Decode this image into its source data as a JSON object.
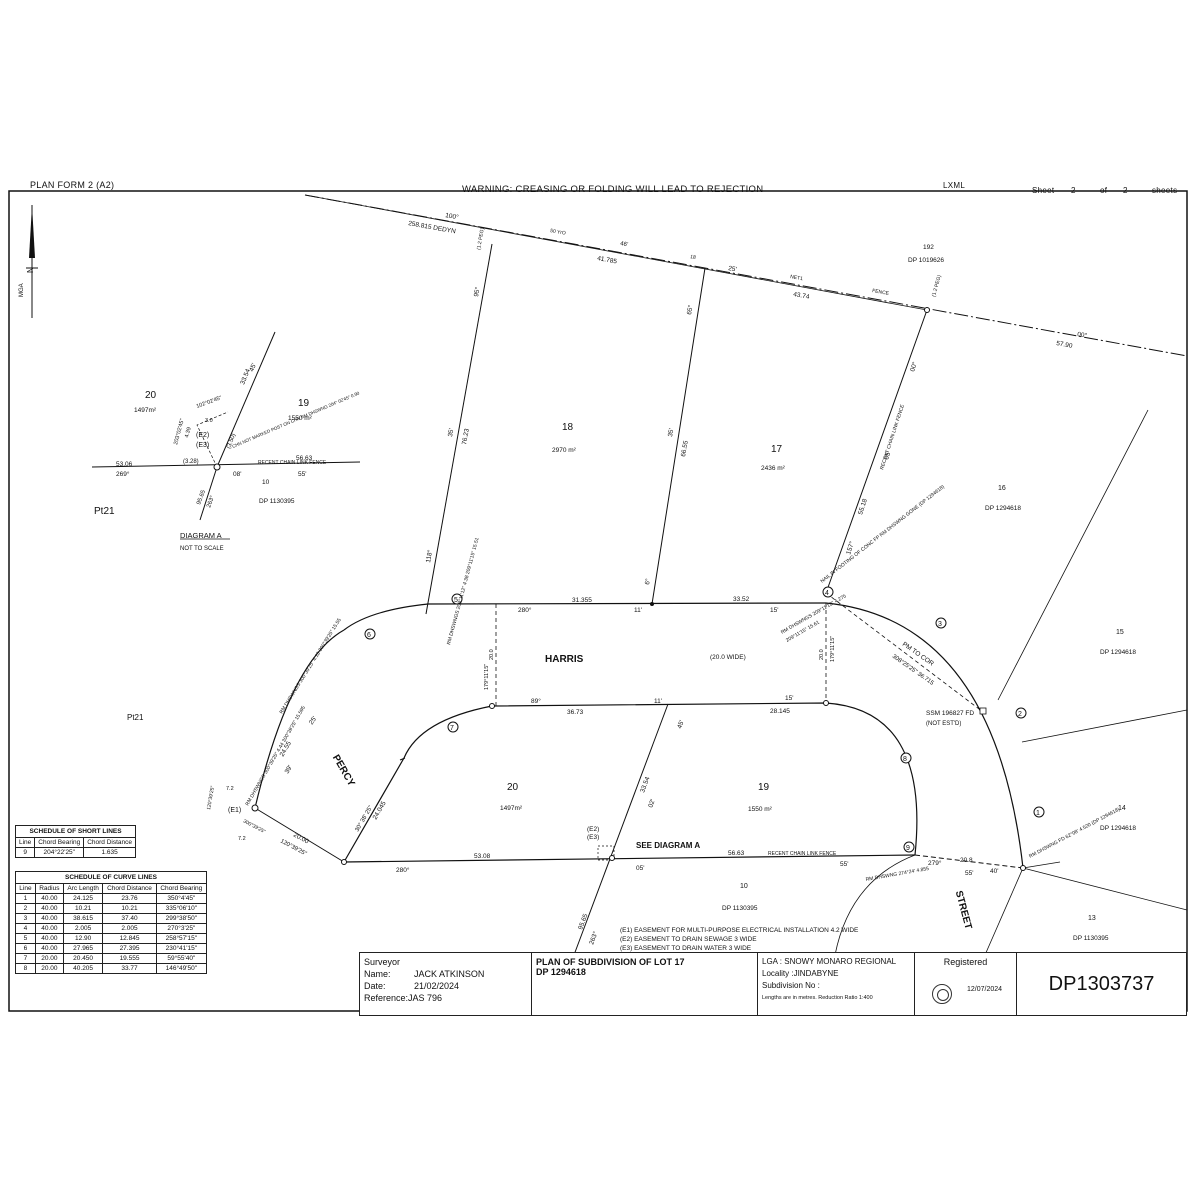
{
  "header": {
    "plan_form": "PLAN FORM 2 (A2)",
    "warning": "WARNING: CREASING OR FOLDING WILL LEAD TO REJECTION",
    "code": "LXML",
    "sheet_label": "Sheet",
    "sheet_num": "2",
    "of_label": "of",
    "sheet_total": "2",
    "sheets_label": "sheets"
  },
  "north": {
    "label": "N",
    "mga": "MGA"
  },
  "lots": {
    "l18": {
      "num": "18",
      "area": "2970 m²"
    },
    "l17": {
      "num": "17",
      "area": "2436 m²"
    },
    "l20": {
      "num": "20",
      "area": "1497m²"
    },
    "l19": {
      "num": "19",
      "area": "1550 m²"
    },
    "l16": {
      "num": "16",
      "dp": "DP 1294618"
    },
    "l15": {
      "num": "15",
      "dp": "DP 1294618"
    },
    "l14": {
      "num": "14",
      "dp": "DP 1294618"
    },
    "l13": {
      "num": "13",
      "dp": "DP 1130395"
    },
    "l10": {
      "num": "10",
      "dp": "DP 1130395"
    },
    "l192": {
      "num": "192",
      "dp": "DP 1019626"
    },
    "pt21_a": "Pt21",
    "pt21_b": "Pt21"
  },
  "roads": {
    "harris": "HARRIS",
    "harris_width": "(20.0 WIDE)",
    "percy": "PERCY",
    "street": "STREET"
  },
  "dims": {
    "top_bearing": "100°",
    "top_dist": "258.815 DEDYN",
    "top_small": "(1.2 PEG)",
    "top_50yr": "50 YrO",
    "top_bearing2": "46'",
    "top_41": "41.785",
    "top_18": "18",
    "top_25": "25'",
    "net": "NET1",
    "top_4374": "43.74",
    "fence": "FENCE",
    "peg": "(1.2 PEG)",
    "e_00": "00°",
    "e_5790": "57.90",
    "w18_bear": "95°",
    "w18_min": "35'",
    "w18_dist": "76.23",
    "w18_118": "118°",
    "m_bear": "65°",
    "m_min": "35'",
    "m_dist": "66.55",
    "m_6": "6°",
    "r_bear": "00°",
    "r_fence": "RECENT CHAIN LINK FENCE",
    "r_05": "05'",
    "r_dist": "55.18",
    "r_157": "157°",
    "h_280": "280°",
    "h_31355": "31.355",
    "h_11": "11'",
    "h_3352": "33.52",
    "h_15": "15'",
    "h_89": "89°",
    "h_3673": "36.73",
    "h_11b": "11'",
    "h_15b": "15'",
    "h_28145": "28.145",
    "h_20": "20.0",
    "h_179": "179°11'15\"",
    "h_20b": "20.0",
    "h_179b": "179°11'15\"",
    "s_45": "45'",
    "s_3354": "33.54",
    "s_02": "02'",
    "s_25": "25'",
    "p_2455": "24.55",
    "p_39": "39'",
    "p_30": "30° 38' 25\"",
    "p_24045": "24.045",
    "b_280": "280°",
    "b_5308": "53.08",
    "b_56": "56.63",
    "b_recent": "RECENT CHAIN LINK FENCE",
    "b_55": "55'",
    "b_05": "05'",
    "b_2000": "20.00",
    "b_120": "120°39'25\"",
    "b_9565": "95.65",
    "b_263": "263°",
    "st_279": "279°",
    "st_208": "20.8",
    "st_40": "40'",
    "st_55": "55'",
    "pm": "PM TO COR",
    "pm2": "308°25'25\" 36.715",
    "ssm": "SSM 196827 FD",
    "ssm2": "(NOT EST'D)"
  },
  "notes": {
    "n5": "RM DHSWNGS 209°11'12\" 4.38 209°11'15\" 15.51",
    "n4a": "RM DHSWNGS 209°11'12\" 4.275",
    "n4b": "209°11'15\" 15.61",
    "nail": "NAIL IN FOOTING OF CONC FP RM DHSWNG GONE (DP 1294618)",
    "n6": "RM DHSWNGS 300°39'25\" 4.13 300°39'25\" 15.55",
    "e1": "RM DHSWNGS 300°39'25\" 4.44 300°39'25\" 15.595",
    "n5b": "RM DHSWNG 274°24' 4.855",
    "n1": "RM DHSWNG FD 62°08' 4.520 (DP 1294618)"
  },
  "diagram_a": {
    "title": "DIAGRAM A",
    "scale": "NOT TO SCALE",
    "lot20": "20",
    "lot20_area": "1497m²",
    "lot19": "19",
    "lot19_area": "1550 m²",
    "lot10": "10",
    "dp": "DP 1130395",
    "d_5306": "53.06",
    "d_269": "269°",
    "d_5663": "56.63",
    "d_fence": "RECENT CHAIN LINK FENCE",
    "d_55": "55'",
    "d_08": "08'",
    "d_328": "(3.28)",
    "d_350": "(3.50)",
    "e2": "(E2)",
    "e3": "(E3)",
    "d_330": "3.0",
    "d_3354": "33.54",
    "d_45": "45'",
    "d_102": "102°02'45\"",
    "d_203": "203°02'45\"",
    "d_439": "4.39",
    "d_9565": "95.65",
    "d_263": "263°",
    "note": "CHN NOT MARKED POST ON CHN RM DHSWNG 204° 02'45\" 0.90"
  },
  "see_diagram": "SEE DIAGRAM A",
  "e_marks": {
    "e2": "(E2)",
    "e3": "(E3)",
    "e1": "(E1)",
    "e1_72a": "7.2",
    "e1_72b": "7.2",
    "e1_a": "120°39'25\"",
    "e1_b": "300°39'25\""
  },
  "easements": [
    "(E1)  EASEMENT FOR MULTI-PURPOSE ELECTRICAL INSTALLATION 4.2 WIDE",
    "(E2)  EASEMENT TO DRAIN SEWAGE 3 WIDE",
    "(E3)  EASEMENT TO DRAIN WATER 3 WIDE"
  ],
  "short_lines": {
    "title": "SCHEDULE OF SHORT LINES",
    "headers": [
      "Line",
      "Chord Bearing",
      "Chord Distance"
    ],
    "rows": [
      [
        "9",
        "204°22'25\"",
        "1.635"
      ]
    ]
  },
  "curve_lines": {
    "title": "SCHEDULE OF CURVE LINES",
    "headers": [
      "Line",
      "Radius",
      "Arc Length",
      "Chord Distance",
      "Chord Bearing"
    ],
    "rows": [
      [
        "1",
        "40.00",
        "24.125",
        "23.76",
        "350°4'45\""
      ],
      [
        "2",
        "40.00",
        "10.21",
        "10.21",
        "335°06'10\""
      ],
      [
        "3",
        "40.00",
        "38.615",
        "37.40",
        "299°38'50\""
      ],
      [
        "4",
        "40.00",
        "2.005",
        "2.005",
        "270°3'25\""
      ],
      [
        "5",
        "40.00",
        "12.90",
        "12.845",
        "258°57'15\""
      ],
      [
        "6",
        "40.00",
        "27.965",
        "27.395",
        "230°41'15\""
      ],
      [
        "7",
        "20.00",
        "20.450",
        "19.555",
        "59°55'40\""
      ],
      [
        "8",
        "20.00",
        "40.205",
        "33.77",
        "146°49'50\""
      ]
    ]
  },
  "title_block": {
    "surveyor_label": "Surveyor",
    "name_label": "Name:",
    "name": "JACK ATKINSON",
    "date_label": "Date:",
    "date": "21/02/2024",
    "ref_label": "Reference:",
    "ref": "JAS 796",
    "plan_title_1": "PLAN OF SUBDIVISION OF LOT 17",
    "plan_title_2": "DP 1294618",
    "lga_label": "LGA :",
    "lga": "SNOWY MONARO REGIONAL",
    "locality_label": "Locality :",
    "locality": "JINDABYNE",
    "subdivision_label": "Subdivision No :",
    "lengths": "Lengths are in metres. Reduction Ratio 1:400",
    "registered_label": "Registered",
    "registered_date": "12/07/2024",
    "dp_number": "DP1303737"
  },
  "markers": [
    "1",
    "2",
    "3",
    "4",
    "5",
    "6",
    "7",
    "8",
    "9"
  ]
}
